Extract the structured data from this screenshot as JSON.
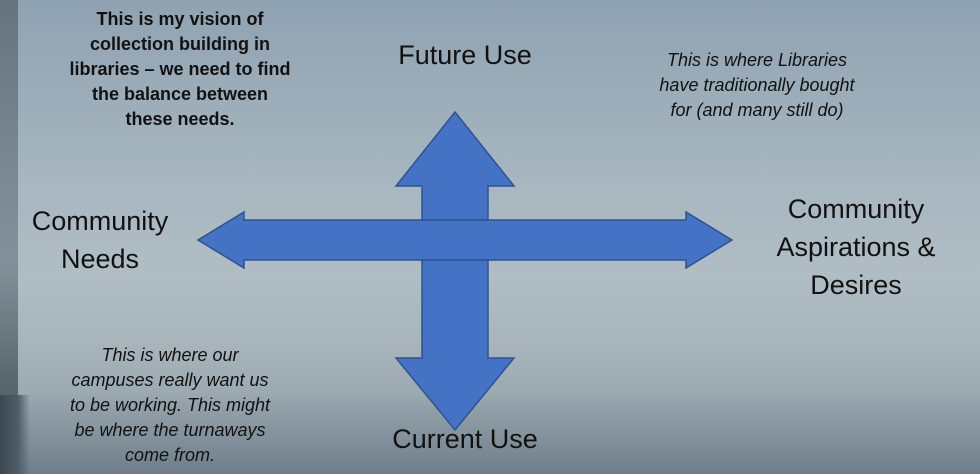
{
  "axes": {
    "top": "Future Use",
    "bottom": "Current Use",
    "left_line1": "Community",
    "left_line2": "Needs",
    "right_line1": "Community",
    "right_line2": "Aspirations &",
    "right_line3": "Desires"
  },
  "notes": {
    "top_left": [
      "This is my vision of",
      "collection building in",
      "libraries – we need to find",
      "the balance between",
      "these needs."
    ],
    "top_right": [
      "This is where Libraries",
      "have traditionally bought",
      "for (and many still do)"
    ],
    "bottom_left": [
      "This is where our",
      "campuses really want us",
      "to be working.  This might",
      "be where the turnaways",
      "come from."
    ]
  },
  "colors": {
    "arrow_fill": "#4472c4",
    "arrow_stroke": "#2f528f"
  }
}
